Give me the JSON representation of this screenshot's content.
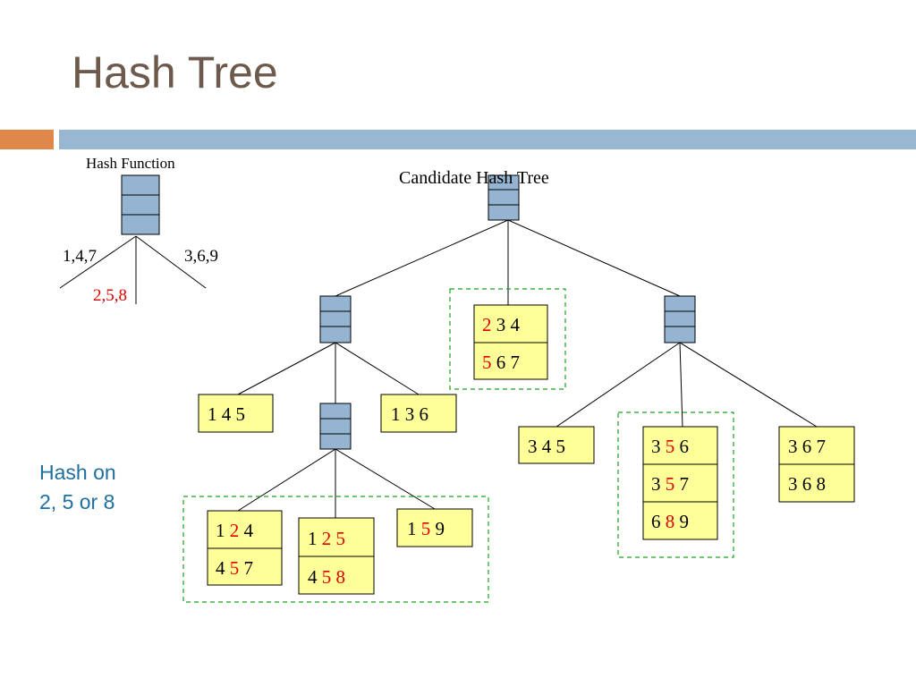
{
  "title": "Hash Tree",
  "hash_function": {
    "label": "Hash Function",
    "branches": [
      "1,4,7",
      "2,5,8",
      "3,6,9"
    ]
  },
  "candidate_tree_label": "Candidate Hash Tree",
  "note": {
    "line1": "Hash on",
    "line2": "2, 5 or 8"
  },
  "leaves": {
    "leaf_234_567": [
      [
        "2",
        " 3 4"
      ],
      [
        "5",
        " 6 7"
      ]
    ],
    "leaf_145": "1 4 5",
    "leaf_136": "1 3 6",
    "leaf_124_457": [
      [
        "1 ",
        "2",
        " 4"
      ],
      [
        "4 ",
        "5",
        " 7"
      ]
    ],
    "leaf_125_458": [
      [
        "1 ",
        "2 5",
        ""
      ],
      [
        "4 ",
        "5 8",
        ""
      ]
    ],
    "leaf_159": [
      "1 ",
      "5",
      " 9"
    ],
    "leaf_345": "3 4 5",
    "leaf_356_357_689": [
      [
        "3 ",
        "5",
        " 6"
      ],
      [
        "3 ",
        "5",
        " 7"
      ],
      [
        "6 ",
        "8",
        " 9"
      ]
    ],
    "leaf_367_368": [
      "3 6 7",
      "3 6 8"
    ]
  },
  "colors": {
    "title": "#6e5a4c",
    "accent_orange": "#e0874b",
    "accent_blue": "#98b7d2",
    "node": "#95b4d2",
    "leaf": "#ffff99",
    "highlight_digit": "#e00000",
    "dashed_group": "#1aa21a",
    "note_text": "#1f6fa0"
  }
}
